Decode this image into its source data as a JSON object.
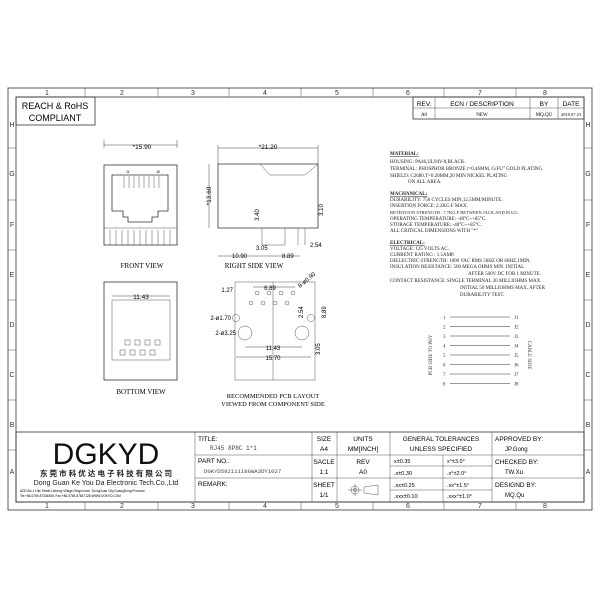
{
  "frame": {
    "columns": [
      "1",
      "2",
      "3",
      "4",
      "5",
      "6",
      "7",
      "8"
    ],
    "rows": [
      "H",
      "G",
      "F",
      "E",
      "D",
      "C",
      "B",
      "A"
    ]
  },
  "compliance": [
    "REACH & RoHS",
    "COMPLIANT"
  ],
  "revision_table": {
    "headers": [
      "REV.",
      "ECN / DESCRIPTION",
      "BY",
      "DATE"
    ],
    "rows": [
      [
        "A0",
        "NEW",
        "MQ.QU",
        "2018.07.23"
      ]
    ]
  },
  "views": {
    "front": {
      "label": "FRONT VIEW",
      "width_dim": "*15.90",
      "pin_first": "J1",
      "pin_last": "J8"
    },
    "right_side": {
      "label": "RIGHT SIDE VIEW",
      "dims": [
        "*21.20",
        "*13.60",
        "3.40",
        "3.10",
        "3.05",
        "2.54",
        "10.90",
        "8.89"
      ]
    },
    "bottom": {
      "label": "BOTTOM VIEW",
      "dim": "11.43"
    },
    "pcb": {
      "label": [
        "RECOMMENDED PCB LAYOUT",
        "VIEWED FROM COMPONENT SIDE"
      ],
      "dims": [
        "6.89",
        "1.27",
        "8-ø0.90",
        "2-ø1.70",
        "2-ø3.25",
        "2.54",
        "8.89",
        "11.43",
        "15.70",
        "3.05"
      ]
    }
  },
  "specs": {
    "material_title": "MATERIAL:",
    "material": [
      "HOUSING: PA46,UL94V-0,BLACK.",
      "TERMINAL: PHOSPHOR BRONZE t=0.46MM, G/FU\" GOLD PLATING.",
      "SHIELD: C2680,T=0.20MM,20 MIN NICKEL PLATING",
      "ON ALL AREA."
    ],
    "mechanical_title": "MACHANICAL:",
    "mechanical": [
      "DURABILITY: 750 CYCLES MIN,12.5MM/MINUTE.",
      "INSERTION FORCE: 2.2KG.F MAX.",
      "RETENTION STRENGTH : 7.7KG.F BETWEEN JACK AND PLUG.",
      "OPERATING TEMPERATURE: -40°C~+85°C.",
      "STORAGE TEMPERATURE: -40°C~+85°C.",
      "ALL CRITICAL DIMENSIONS WITH \"*\""
    ],
    "electrical_title": "ELECTRICAL:",
    "electrical": [
      "VOLTAGE: 125 VOLTS AC.",
      "CURRENT RATING : 1.5AMP.",
      "DIELECTRIC STRENGTH: 1000 VAC RMS 50HZ OR 60HZ,1MIN.",
      "INSULATION RESISTANCE: 500 MEGA OHMS MIN. INITIAL",
      "AFTER 500V DC FOR 1 MINUTE.",
      "CONTACT RESISTANCE: SINGLE TERMINAL 30 MILLIOHMS MAX.",
      "INITIAL 50 MILLIOHMS MAX. AFTER",
      "DURABILITY TEST."
    ]
  },
  "schematic": {
    "left_label": "PCB SIDE TO PHY",
    "right_label": "CABLE SIDE",
    "pins": [
      "1",
      "2",
      "3",
      "4",
      "5",
      "6",
      "7",
      "8"
    ],
    "jacks": [
      "J1",
      "J2",
      "J3",
      "J4",
      "J5",
      "J6",
      "J7",
      "J8"
    ]
  },
  "title_block": {
    "logo": "DGKYD",
    "company_cn": "东 莞 市 科 优 达 电 子 科 技 有 限 公 司",
    "company_en": "Dong Guan Ke You Da Electronic Tech.Co.,Ltd",
    "address": "ADD:No.1 Lilie Street,Lisheng Village,Dingsi town, DongGuan City,GuangDong Province",
    "contact": "Tel:+86-0769-87334808, Fax:+86-0769-87847128  WWW.DGKYD.COM",
    "title_label": "TITLE:",
    "title_value": "RJ45 8P8C 1*1",
    "part_label": "PART NO.:",
    "part_value": "DGKYD59211118GWA3DY1027",
    "remark_label": "REMARK:",
    "size_label": "SIZE",
    "size_value": "A4",
    "units_label": "UNITS",
    "units_value": "MM[INCH]",
    "scale_label": "SACLE",
    "scale_value": "1:1",
    "rev_label": "REV",
    "rev_value": "A0",
    "sheet_label": "SHEET",
    "sheet_value": "1/1",
    "tolerance_title": [
      "GENERAL TOLERANCES",
      "UNLESS SPECIFIED"
    ],
    "tolerances": [
      [
        "x±0.35",
        "x°±3.0°"
      ],
      [
        ".x±0.30",
        ".x°±2.0°"
      ],
      [
        ".xx±0.25",
        ".xx°±1.5°"
      ],
      [
        ".xxx±0.10",
        ".xxx°±1.0°"
      ]
    ],
    "approved_label": "APPROVED BY:",
    "approved_value": "JP.Gong",
    "checked_label": "CHECKED BY:",
    "checked_value": "TW.Xu",
    "designed_label": "DESIGND BY:",
    "designed_value": "MQ.Qu"
  }
}
